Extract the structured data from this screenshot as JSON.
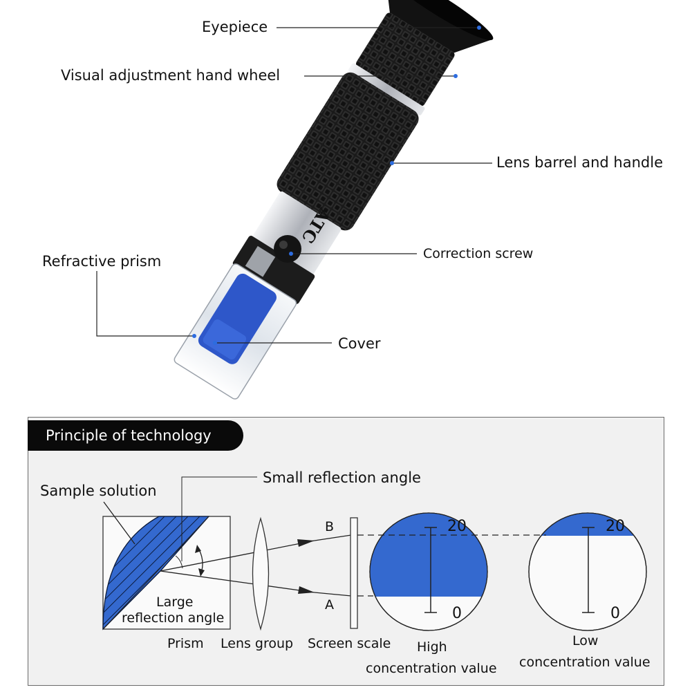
{
  "callouts": {
    "eyepiece": "Eyepiece",
    "hand_wheel": "Visual adjustment hand wheel",
    "barrel": "Lens barrel and handle",
    "correction_screw": "Correction screw",
    "refractive_prism": "Refractive prism",
    "cover": "Cover",
    "atc_mark": "ATC"
  },
  "principle": {
    "title": "Principle of technology",
    "sample_solution": "Sample solution",
    "small_angle": "Small reflection angle",
    "large_angle_line1": "Large",
    "large_angle_line2": "reflection angle",
    "prism": "Prism",
    "lens_group": "Lens group",
    "screen_scale": "Screen scale",
    "point_b": "B",
    "point_a": "A",
    "scale_top": "20",
    "scale_bottom": "0",
    "high_line1": "High",
    "high_line2": "concentration value",
    "low_line1": "Low",
    "low_line2": "concentration value"
  },
  "colors": {
    "accent_blue": "#3469cf",
    "rubber_black": "#151515",
    "metal_silver": "#c9cbd0",
    "panel_bg": "#f1f1f1",
    "banner_bg": "#0a0a0a"
  }
}
